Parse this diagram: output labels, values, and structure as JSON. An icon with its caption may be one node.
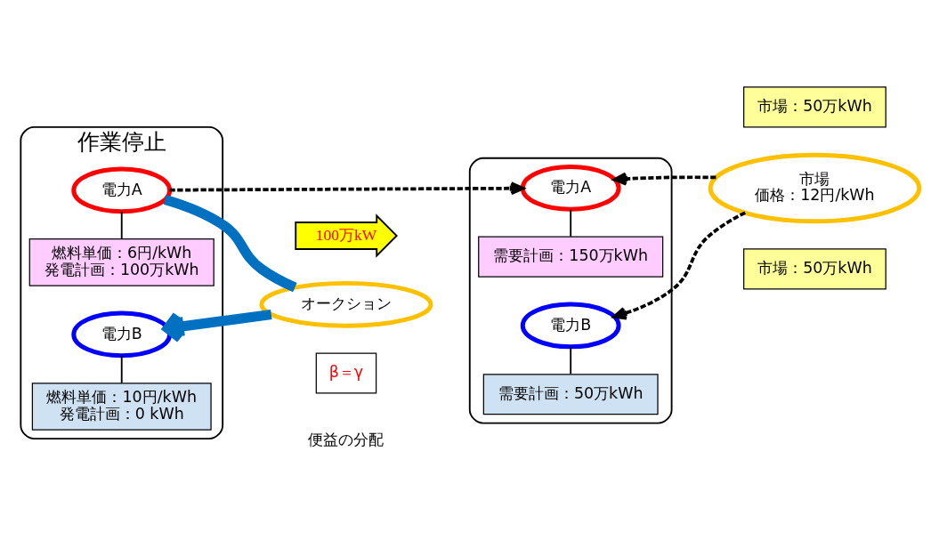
{
  "diagram": {
    "nodes": [
      {
        "text": [
          "作業停止"
        ]
      },
      {
        "text": [],
        "shape": "box"
      },
      {
        "text": [
          "100万kW"
        ]
      },
      {
        "text": [
          "燃料単価：6円/kWh",
          "発電計画：100万kWh"
        ],
        "in": 0
      },
      {
        "text": [
          "電力A"
        ],
        "in": 0
      },
      {
        "text": [
          "燃料単価：10円/kWh",
          "発電計画：0 kWh"
        ],
        "in": 0
      },
      {
        "text": [
          "電力B"
        ],
        "in": 0
      },
      {
        "text": [
          "オークション"
        ]
      },
      {
        "text": [
          "需要計画：150万kWh"
        ],
        "in": 1
      },
      {
        "text": [
          "電力A"
        ],
        "in": 1
      },
      {
        "text": [
          "需要計画：50万kWh"
        ],
        "in": 1
      },
      {
        "text": [
          "電力B"
        ],
        "in": 1
      },
      {
        "text": [
          "市場",
          "価格：12円/kWh"
        ]
      },
      {
        "text": [
          "市場：50万kWh"
        ]
      },
      {
        "text": [
          "市場：50万kWh"
        ]
      },
      {
        "text": [
          "β＝γ"
        ]
      }
    ],
    "edges": [
      {
        "from": 3,
        "to": 4,
        "arrow": "none"
      },
      {
        "from": 5,
        "to": 6,
        "arrow": "none"
      },
      {
        "from": 8,
        "to": 9,
        "arrow": "none"
      },
      {
        "from": 10,
        "to": 11,
        "arrow": "none"
      },
      {
        "from": 4,
        "to": 9,
        "arrow": "to",
        "style": "dashed"
      },
      {
        "from": 4,
        "to": 7,
        "arrow": "none",
        "style": "thick",
        "color": "#0070c0"
      },
      {
        "from": 7,
        "to": 6,
        "arrow": "to",
        "style": "thick",
        "color": "#0070c0"
      },
      {
        "from": 12,
        "to": 9,
        "arrow": "to",
        "style": "dashed"
      },
      {
        "from": 12,
        "to": 11,
        "arrow": "to",
        "style": "dashed"
      }
    ],
    "labels": [
      "便益の分配"
    ]
  }
}
